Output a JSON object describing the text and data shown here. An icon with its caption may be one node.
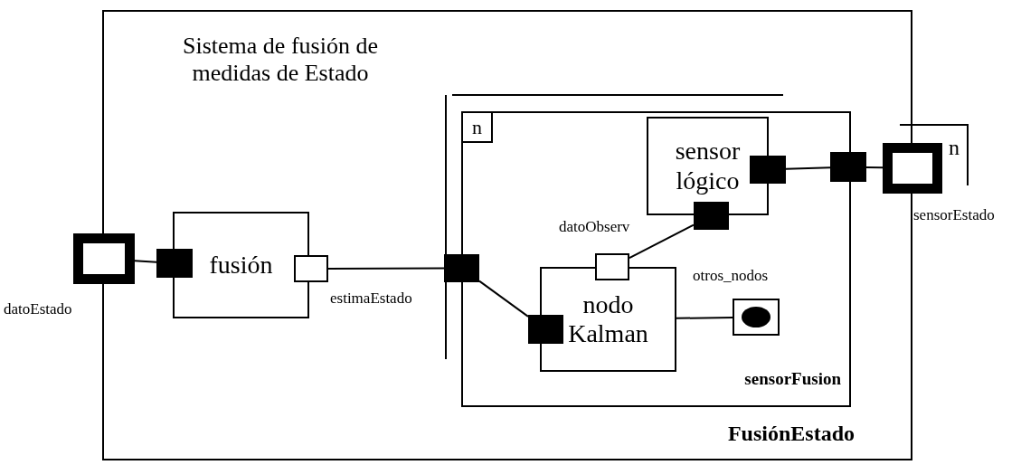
{
  "diagram": {
    "nodes": [
      {
        "text": [
          "Sistema de fusión de medidas de Estado",
          "FusiónEstado"
        ]
      },
      {
        "text": [],
        "shape": "box",
        "beside": [
          "datoEstado"
        ]
      },
      {
        "text": [
          "fusión"
        ],
        "in": 0
      },
      {
        "text": [],
        "shape": "box",
        "in": 0
      },
      {
        "text": [],
        "shape": "box",
        "in": 0,
        "beside": [
          "estimaEstado"
        ]
      },
      {
        "text": [
          "sensorFusion"
        ],
        "in": 0
      },
      {
        "text": [],
        "shape": "box",
        "in": 0
      },
      {
        "text": [
          "sensor lógico"
        ],
        "in": 5
      },
      {
        "text": [],
        "shape": "box",
        "in": 5
      },
      {
        "text": [],
        "shape": "box",
        "in": 5
      },
      {
        "text": [
          "nodo Kalman"
        ],
        "in": 5
      },
      {
        "text": [],
        "shape": "box",
        "in": 5
      },
      {
        "text": [],
        "shape": "box",
        "in": 5,
        "beside": [
          "datoObserv"
        ]
      },
      {
        "text": [],
        "shape": "circle",
        "in": 5,
        "beside": [
          "otros_nodos"
        ]
      },
      {
        "text": [],
        "shape": "box",
        "in": 0
      },
      {
        "text": [],
        "shape": "box",
        "beside": [
          "n",
          "sensorEstado"
        ]
      },
      {
        "text": [
          "n"
        ],
        "in": 5
      }
    ],
    "edges": [
      {
        "from": 1,
        "to": 3,
        "arrow": "none"
      },
      {
        "from": 4,
        "to": 6,
        "arrow": "none"
      },
      {
        "from": 6,
        "to": 11,
        "arrow": "none"
      },
      {
        "from": 12,
        "to": 9,
        "arrow": "none"
      },
      {
        "from": 10,
        "to": 13,
        "arrow": "none"
      },
      {
        "from": 8,
        "to": 14,
        "arrow": "none"
      },
      {
        "from": 14,
        "to": 15,
        "arrow": "none"
      }
    ]
  }
}
